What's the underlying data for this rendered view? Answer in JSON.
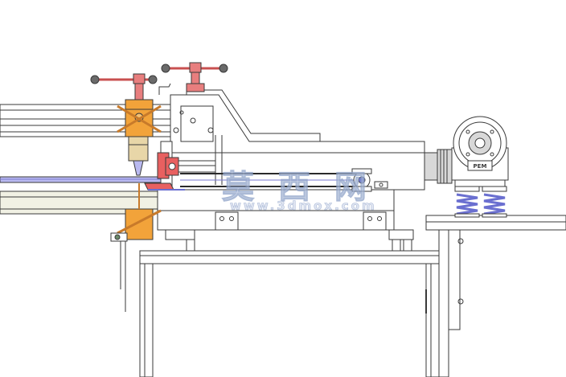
{
  "watermark": {
    "chinese": "莫 西 网",
    "site": "www.3dmox.com"
  },
  "motor_plate": {
    "brand": "PEM"
  },
  "colors": {
    "background": "#ffffff",
    "line": "#3a3a3a",
    "frame_fill": "#ffffff",
    "table_fill": "#f1f1e4",
    "handle": "#e87e7e",
    "torch": "#f2a33a",
    "torch_tip": "#e8d6a8",
    "roller": "#e86060",
    "spring": "#6a6fd0",
    "rod": "#b9b9f0",
    "motor": "#d8d8d8",
    "bolt": "#6a8a6a"
  }
}
